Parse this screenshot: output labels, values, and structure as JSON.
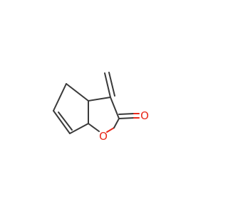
{
  "molecule": {
    "atoms": [
      {
        "id": "ring_o",
        "element": "O",
        "label": "O",
        "color": "#e8281a"
      },
      {
        "id": "carbonyl_o",
        "element": "O",
        "label": "O",
        "color": "#e8281a"
      }
    ],
    "bond_color": "#3a3a3a",
    "heteroatom_color": "#e8281a"
  }
}
